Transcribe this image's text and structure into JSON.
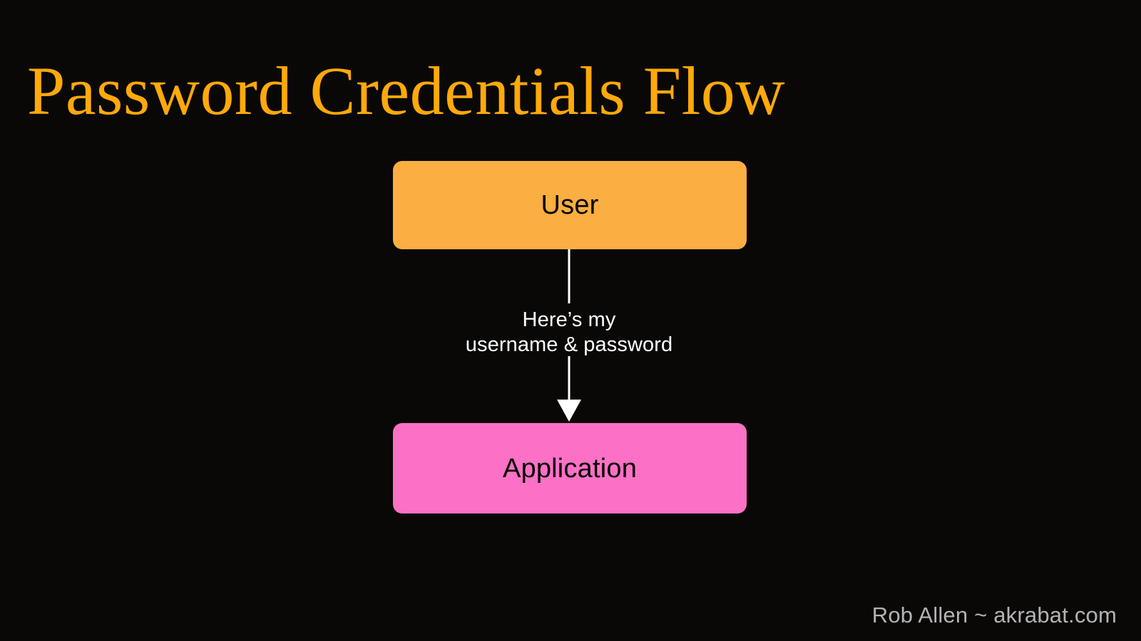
{
  "slide": {
    "title": "Password Credentials Flow",
    "background_color": "#0a0807",
    "title_color": "#ffa90a"
  },
  "diagram": {
    "type": "flow",
    "nodes": [
      {
        "id": "user",
        "label": "User",
        "fill_color": "#fbae41",
        "text_color": "#000000"
      },
      {
        "id": "application",
        "label": "Application",
        "fill_color": "#fc71c5",
        "text_color": "#000000"
      }
    ],
    "edges": [
      {
        "id": "user-to-application",
        "from": "user",
        "to": "application",
        "direction": "down",
        "color": "#ffffff",
        "label_line_1": "Here’s my",
        "label_line_2": "username & password"
      }
    ]
  },
  "footer": {
    "credit": "Rob Allen ~ akrabat.com",
    "color": "#b3b3b3"
  }
}
